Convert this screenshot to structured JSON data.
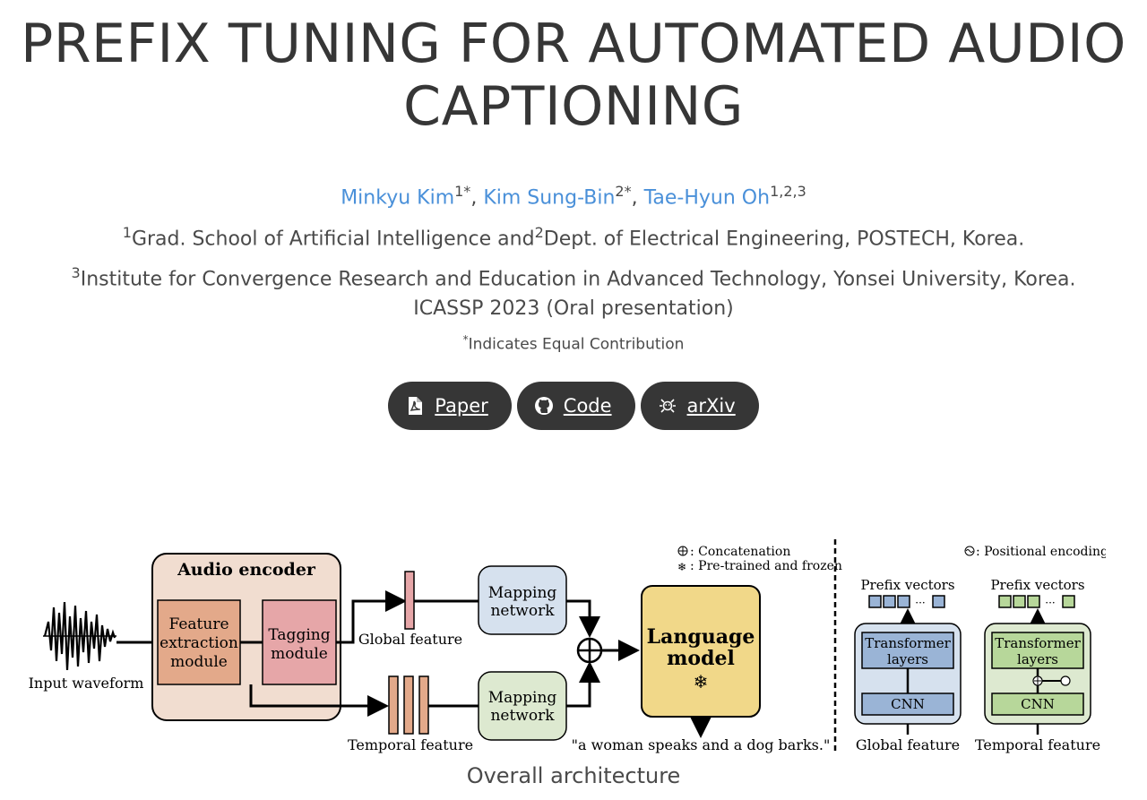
{
  "title": "PREFIX TUNING FOR AUTOMATED AUDIO CAPTIONING",
  "authors": [
    {
      "name": "Minkyu Kim",
      "sup": "1*"
    },
    {
      "name": "Kim Sung-Bin",
      "sup": "2*"
    },
    {
      "name": "Tae-Hyun Oh",
      "sup": "1,2,3"
    }
  ],
  "affiliations": {
    "line1_sup1": "1",
    "line1_part1": "Grad. School of Artificial Intelligence and",
    "line1_sup2": "2",
    "line1_part2": "Dept. of Electrical Engineering, POSTECH, Korea.",
    "line2_sup": "3",
    "line2_text": "Institute for Convergence Research and Education in Advanced Technology, Yonsei University, Korea."
  },
  "venue": "ICASSP 2023 (Oral presentation)",
  "equal_contribution": {
    "sup": "*",
    "text": "Indicates Equal Contribution"
  },
  "buttons": [
    {
      "label": "Paper",
      "icon": "file-pdf-icon"
    },
    {
      "label": "Code",
      "icon": "github-icon"
    },
    {
      "label": "arXiv",
      "icon": "arxiv-icon"
    }
  ],
  "figure": {
    "input_label": "Input waveform",
    "audio_encoder": "Audio encoder",
    "feature_extraction": [
      "Feature",
      "extraction",
      "module"
    ],
    "tagging": [
      "Tagging",
      "module"
    ],
    "global_feature": "Global feature",
    "temporal_feature": "Temporal feature",
    "mapping_network": [
      "Mapping",
      "network"
    ],
    "language_model": [
      "Language",
      "model"
    ],
    "output_caption": "\"a woman speaks and a dog barks.\"",
    "legend_concat": ": Concatenation",
    "legend_frozen": ": Pre-trained and frozen",
    "legend_positional": ": Positional encoding",
    "prefix_vectors": "Prefix vectors",
    "transformer_layers": [
      "Transformer",
      "layers"
    ],
    "cnn": "CNN",
    "right_global_feature": "Global feature",
    "right_temporal_feature": "Temporal feature"
  },
  "caption": "Overall architecture",
  "colors": {
    "button_bg": "#363636",
    "author_link": "#4a90d9",
    "audio_encoder_bg": "#f1ddd0",
    "feature_extraction": "#e3a98a",
    "tagging": "#e6a6a8",
    "mapping_global": "#d6e1ee",
    "mapping_temporal": "#dde9d0",
    "language_model": "#f1d889",
    "cnn_blue": "#9ab4d6",
    "cnn_green": "#b7d79a"
  }
}
